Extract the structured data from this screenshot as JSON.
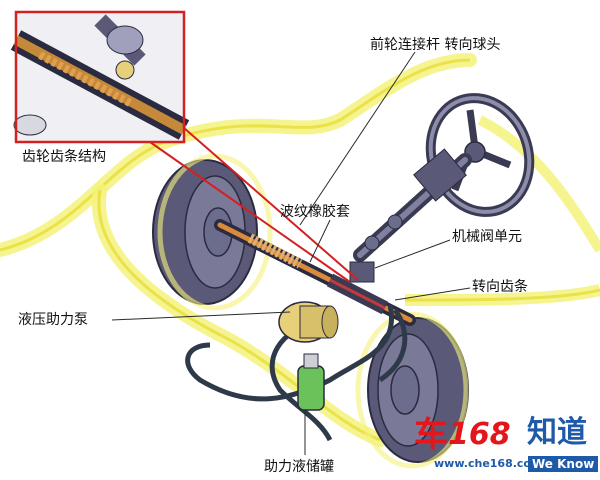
{
  "labels": {
    "tie_rod": "前轮连接杆 转向球头",
    "rack_pinion": "齿轮齿条结构",
    "bellows": "波纹橡胶套",
    "valve_unit": "机械阀单元",
    "rack": "转向齿条",
    "pump": "液压助力泵",
    "reservoir": "助力液储罐"
  },
  "logo": {
    "car_char": "车",
    "number": "168",
    "zhidao": "知道",
    "url": "www.che168.com",
    "we_know": "We Know"
  },
  "colors": {
    "body_outline": "#f5f27a",
    "tire": "#5a5a78",
    "inset_border": "#d42020",
    "logo_red": "#e3161b",
    "logo_blue": "#1e5aa8",
    "hydraulic_line": "#2e3a4a"
  }
}
